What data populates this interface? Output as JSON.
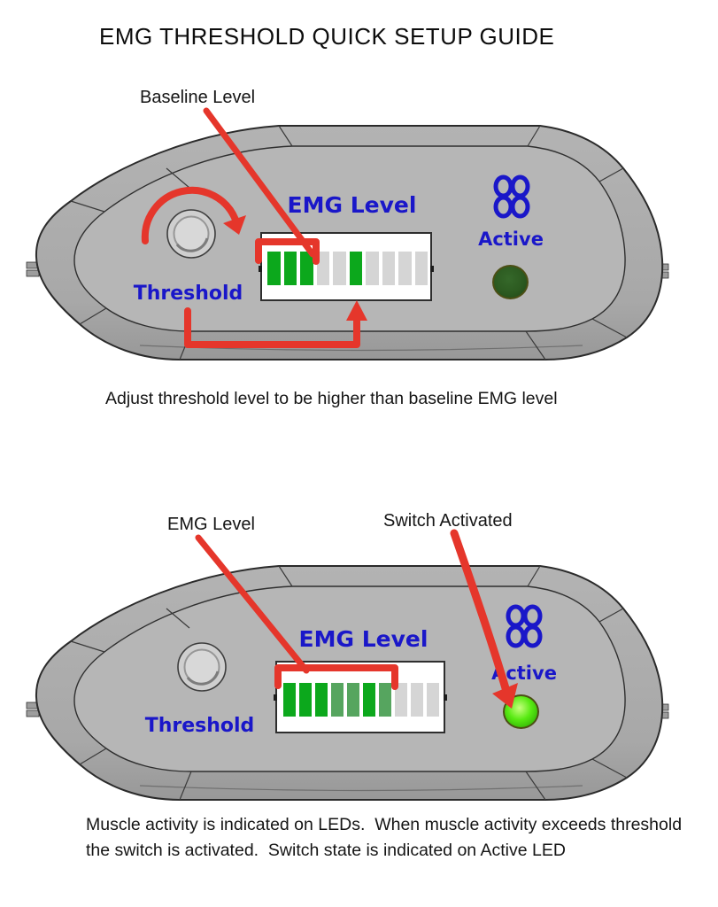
{
  "page": {
    "title": "EMG THRESHOLD QUICK SETUP GUIDE"
  },
  "device_labels": {
    "emg_level": "EMG Level",
    "threshold": "Threshold",
    "active": "Active"
  },
  "colors": {
    "annotation_red": "#E5362B",
    "label_blue": "#1A17C9",
    "bar_green": "#0CA81C",
    "bar_dim_green": "#56A55F",
    "bar_off_gray": "#D5D5D5",
    "led_on_green": "#44E000",
    "led_off_green": "#2E5B21",
    "body_gray": "#ABABAB"
  },
  "sections": [
    {
      "annotation_labels": {
        "baseline": "Baseline Level"
      },
      "led_bars": [
        "on",
        "on",
        "on",
        "off",
        "off",
        "on",
        "off",
        "off",
        "off",
        "off"
      ],
      "active_led": "off",
      "caption": "Adjust threshold level to be higher than baseline EMG level"
    },
    {
      "annotation_labels": {
        "emg": "EMG Level",
        "switch": "Switch Activated"
      },
      "led_bars": [
        "on",
        "on",
        "on",
        "dim",
        "dim",
        "on",
        "dim",
        "off",
        "off",
        "off"
      ],
      "active_led": "on",
      "caption": "Muscle activity is indicated on LEDs.  When muscle activity exceeds threshold the switch is activated.  Switch state is indicated on Active LED"
    }
  ]
}
